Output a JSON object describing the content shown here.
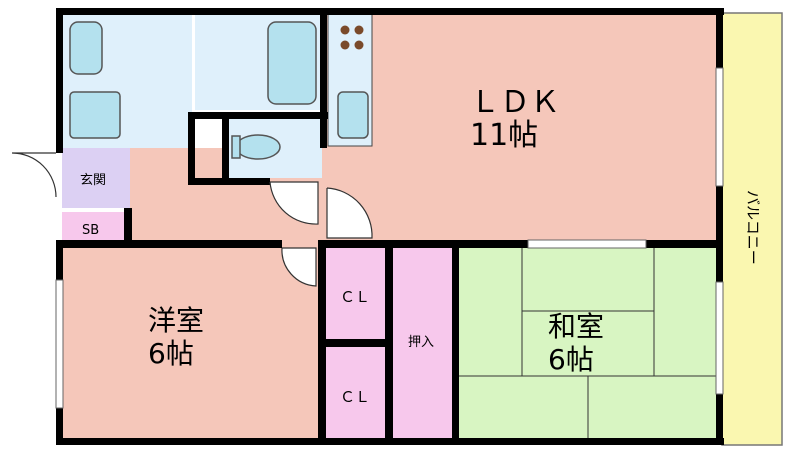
{
  "rooms": {
    "ldk": {
      "name": "ＬＤＫ",
      "size": "11帖"
    },
    "western": {
      "name": "洋室",
      "size": "6帖"
    },
    "japanese": {
      "name": "和室",
      "size": "6帖"
    },
    "closet_upper": {
      "name": "ＣＬ"
    },
    "closet_lower": {
      "name": "ＣＬ"
    },
    "oshiire": {
      "name": "押入"
    },
    "entrance": {
      "name": "玄関"
    },
    "shoe_box": {
      "name": "SB"
    },
    "balcony": {
      "name": "バルコニー"
    }
  },
  "colors": {
    "ldk_fill": "#f5c7ba",
    "western_fill": "#f5c7ba",
    "japanese_fill": "#d8f5c2",
    "closet_fill": "#f7c8ec",
    "wet_fill": "#dff0fb",
    "fixture_fill": "#b4e1ee",
    "balcony_fill": "#faf7b0",
    "entrance_fill": "#dcd0f3",
    "wall": "#000000"
  }
}
